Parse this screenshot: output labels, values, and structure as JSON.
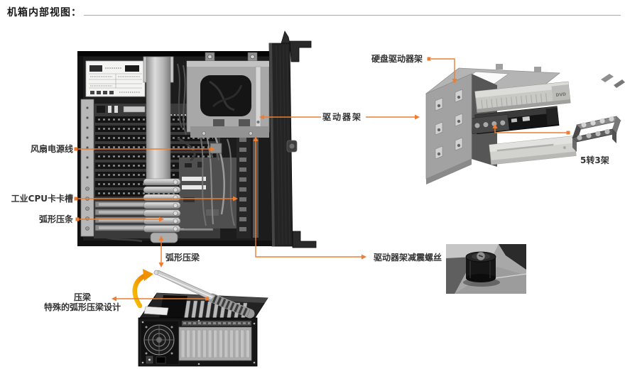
{
  "title": "机箱内部视图：",
  "colors": {
    "accent": "#ED7D31",
    "label_text": "#333333"
  },
  "callouts": {
    "fan_power_cable": {
      "label": "风扇电源线"
    },
    "industrial_cpu_card_slot": {
      "label": "工业CPU卡卡槽"
    },
    "arc_pressure_strip": {
      "label": "弧形压条"
    },
    "arc_pressure_beam": {
      "label": "弧形压梁"
    },
    "pressure_beam": {
      "label": "压梁",
      "description": "特殊的弧形压梁设计"
    },
    "drive_cage": {
      "label": "驱动器架"
    },
    "hdd_drive_cage": {
      "label": "硬盘驱动器架"
    },
    "drive_cage_shock_screw": {
      "label": "驱动器架减震螺丝"
    },
    "five_to_three_bracket": {
      "label": "5转3架"
    }
  },
  "exploded_view": {
    "dvd_drive_logo": "DVD"
  }
}
